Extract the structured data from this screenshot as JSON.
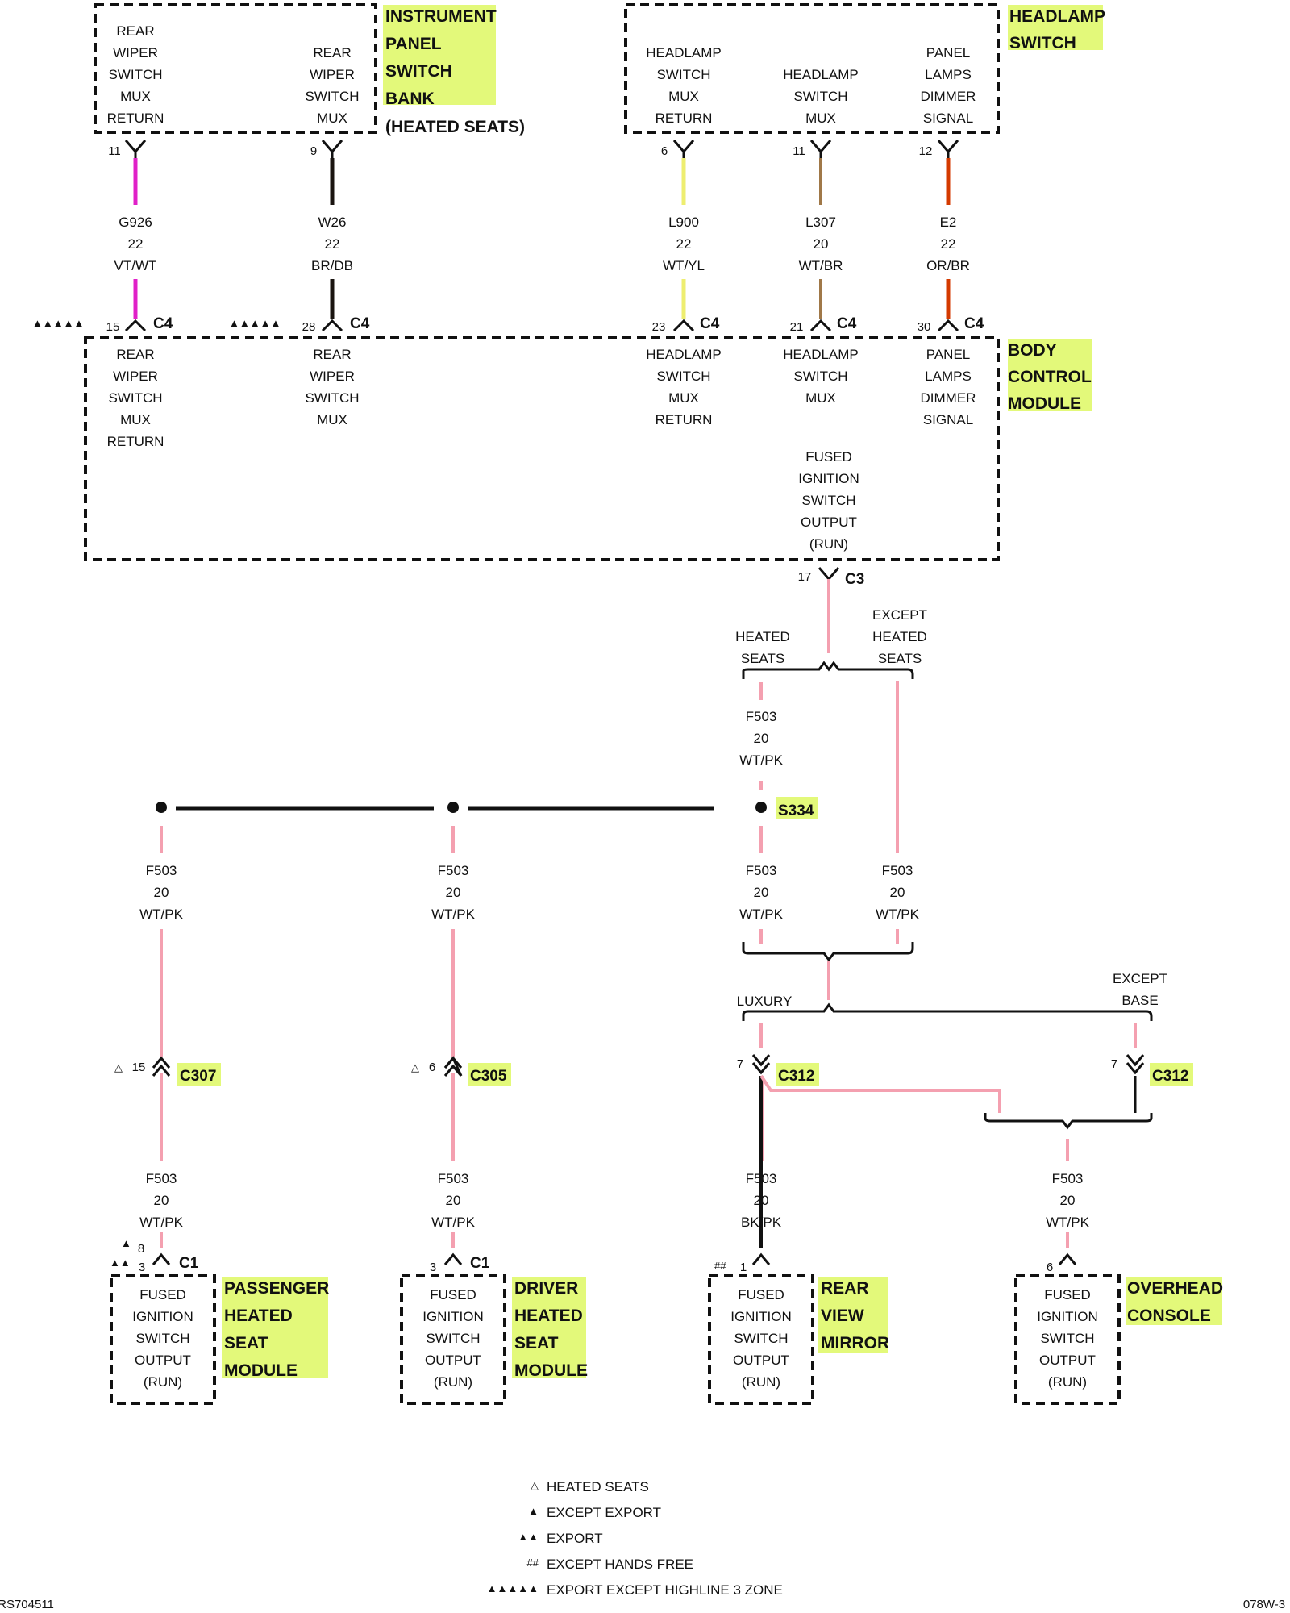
{
  "components": {
    "ipsb": {
      "title": [
        "INSTRUMENT",
        "PANEL",
        "SWITCH",
        "BANK"
      ],
      "subtitle": "(HEATED SEATS)",
      "pin1": {
        "label": [
          "REAR",
          "WIPER",
          "SWITCH",
          "MUX",
          "RETURN"
        ],
        "pin": "11"
      },
      "pin2": {
        "label": [
          "REAR",
          "WIPER",
          "SWITCH",
          "MUX"
        ],
        "pin": "9"
      }
    },
    "headlamp": {
      "title": [
        "HEADLAMP",
        "SWITCH"
      ],
      "pin1": {
        "label": [
          "HEADLAMP",
          "SWITCH",
          "MUX",
          "RETURN"
        ],
        "pin": "6"
      },
      "pin2": {
        "label": [
          "HEADLAMP",
          "SWITCH",
          "MUX"
        ],
        "pin": "11"
      },
      "pin3": {
        "label": [
          "PANEL",
          "LAMPS",
          "DIMMER",
          "SIGNAL"
        ],
        "pin": "12"
      }
    },
    "bcm": {
      "title": [
        "BODY",
        "CONTROL",
        "MODULE"
      ],
      "pins": [
        {
          "label": [
            "REAR",
            "WIPER",
            "SWITCH",
            "MUX",
            "RETURN"
          ],
          "pin": "15",
          "conn": "C4",
          "sym": "▲▲▲▲▲"
        },
        {
          "label": [
            "REAR",
            "WIPER",
            "SWITCH",
            "MUX"
          ],
          "pin": "28",
          "conn": "C4",
          "sym": "▲▲▲▲▲"
        },
        {
          "label": [
            "HEADLAMP",
            "SWITCH",
            "MUX",
            "RETURN"
          ],
          "pin": "23",
          "conn": "C4"
        },
        {
          "label": [
            "HEADLAMP",
            "SWITCH",
            "MUX"
          ],
          "pin": "21",
          "conn": "C4"
        },
        {
          "label": [
            "PANEL",
            "LAMPS",
            "DIMMER",
            "SIGNAL"
          ],
          "pin": "30",
          "conn": "C4"
        }
      ],
      "fused": {
        "label": [
          "FUSED",
          "IGNITION",
          "SWITCH",
          "OUTPUT",
          "(RUN)"
        ],
        "pin": "17",
        "conn": "C3"
      }
    },
    "passenger": {
      "title": [
        "PASSENGER",
        "HEATED",
        "SEAT",
        "MODULE"
      ],
      "label": [
        "FUSED",
        "IGNITION",
        "SWITCH",
        "OUTPUT",
        "(RUN)"
      ],
      "pin_a": "8",
      "sym_a": "▲",
      "pin_b": "3",
      "sym_b": "▲▲",
      "conn": "C1"
    },
    "driver": {
      "title": [
        "DRIVER",
        "HEATED",
        "SEAT",
        "MODULE"
      ],
      "label": [
        "FUSED",
        "IGNITION",
        "SWITCH",
        "OUTPUT",
        "(RUN)"
      ],
      "pin": "3",
      "conn": "C1"
    },
    "mirror": {
      "title": [
        "REAR",
        "VIEW",
        "MIRROR"
      ],
      "label": [
        "FUSED",
        "IGNITION",
        "SWITCH",
        "OUTPUT",
        "(RUN)"
      ],
      "pin": "1",
      "sym": "##"
    },
    "overhead": {
      "title": [
        "OVERHEAD",
        "CONSOLE"
      ],
      "label": [
        "FUSED",
        "IGNITION",
        "SWITCH",
        "OUTPUT",
        "(RUN)"
      ],
      "pin": "6"
    }
  },
  "wires": {
    "g926": [
      "G926",
      "22",
      "VT/WT"
    ],
    "w26": [
      "W26",
      "22",
      "BR/DB"
    ],
    "l900": [
      "L900",
      "22",
      "WT/YL"
    ],
    "l307": [
      "L307",
      "20",
      "WT/BR"
    ],
    "e2": [
      "E2",
      "22",
      "OR/BR"
    ],
    "f503_top": [
      "F503",
      "20",
      "WT/PK"
    ],
    "f503_p1": [
      "F503",
      "20",
      "WT/PK"
    ],
    "f503_d1": [
      "F503",
      "20",
      "WT/PK"
    ],
    "f503_h1": [
      "F503",
      "20",
      "WT/PK"
    ],
    "f503_e1": [
      "F503",
      "20",
      "WT/PK"
    ],
    "f503_p2": [
      "F503",
      "20",
      "WT/PK"
    ],
    "f503_d2": [
      "F503",
      "20",
      "WT/PK"
    ],
    "f503_m2": [
      "F503",
      "20",
      "BK/PK"
    ],
    "f503_o2": [
      "F503",
      "20",
      "WT/PK"
    ]
  },
  "branches": {
    "heated": [
      "HEATED",
      "SEATS"
    ],
    "except_heated": [
      "EXCEPT",
      "HEATED",
      "SEATS"
    ],
    "luxury": "LUXURY",
    "except_base": [
      "EXCEPT",
      "BASE"
    ]
  },
  "splice": "S334",
  "inline": {
    "c307": {
      "name": "C307",
      "pin": "15",
      "sym": "△"
    },
    "c305": {
      "name": "C305",
      "pin": "6",
      "sym": "△"
    },
    "c312a": {
      "name": "C312",
      "pin": "7"
    },
    "c312b": {
      "name": "C312",
      "pin": "7"
    }
  },
  "legend": [
    {
      "sym": "△",
      "text": "HEATED SEATS"
    },
    {
      "sym": "▲",
      "text": "EXCEPT EXPORT"
    },
    {
      "sym": "▲▲",
      "text": "EXPORT"
    },
    {
      "sym": "##",
      "text": "EXCEPT HANDS FREE"
    },
    {
      "sym": "▲▲▲▲▲",
      "text": "EXPORT EXCEPT HIGHLINE 3 ZONE"
    }
  ],
  "footer": {
    "left": "RS704511",
    "right": "078W-3"
  },
  "colors": {
    "violet_white": "#e020c8",
    "brown_darkblue": "#1a1410",
    "white_yellow": "#eeee70",
    "white_brown": "#a07848",
    "orange_brown": "#d43a00",
    "white_pink": "#f4a0b0",
    "black_pink": "#111111",
    "highlight": "#e3f97a"
  }
}
